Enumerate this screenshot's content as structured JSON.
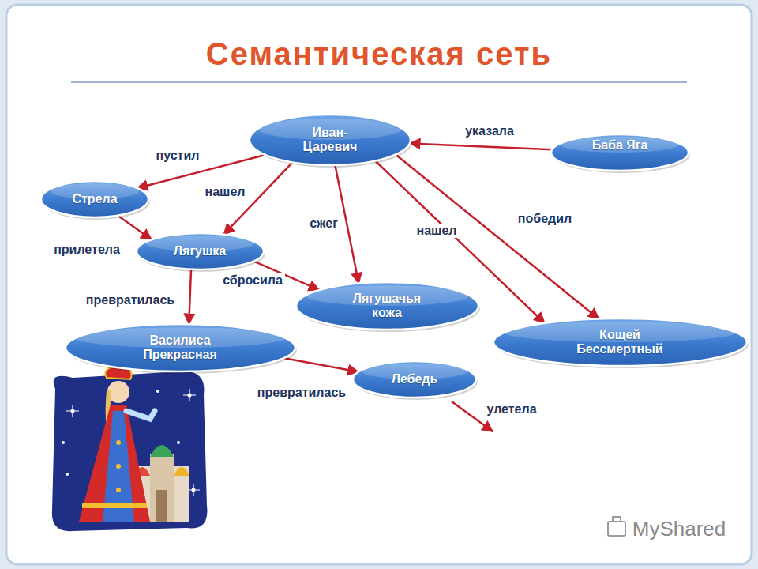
{
  "diagram": {
    "title": "Семантическая сеть",
    "nodes": [
      {
        "text": [
          "Иван- Царевич"
        ]
      },
      {
        "text": [
          "Баба Яга"
        ]
      },
      {
        "text": [
          "Стрела"
        ]
      },
      {
        "text": [
          "Лягушка"
        ]
      },
      {
        "text": [
          "Лягушачья кожа"
        ]
      },
      {
        "text": [
          "Василиса Прекрасная"
        ]
      },
      {
        "text": [
          "Кощей Бессмертный"
        ]
      },
      {
        "text": [
          "Лебедь"
        ]
      }
    ],
    "edges": [
      {
        "from": 0,
        "to": 2,
        "label": "пустил",
        "arrow": "to"
      },
      {
        "from": 1,
        "to": 0,
        "label": "указала",
        "arrow": "to"
      },
      {
        "from": 0,
        "to": 3,
        "label": "нашел",
        "arrow": "to"
      },
      {
        "from": 0,
        "to": 4,
        "label": "сжег",
        "arrow": "to"
      },
      {
        "from": 0,
        "to": 6,
        "label": "нашел",
        "arrow": "to"
      },
      {
        "from": 0,
        "to": 6,
        "label": "победил",
        "arrow": "to"
      },
      {
        "from": 2,
        "to": 3,
        "label": "прилетела",
        "arrow": "to"
      },
      {
        "from": 3,
        "to": 4,
        "label": "сбросила",
        "arrow": "to"
      },
      {
        "from": 3,
        "to": 5,
        "label": "превратилась",
        "arrow": "to"
      },
      {
        "from": 5,
        "to": 7,
        "label": "превратилась",
        "arrow": "to"
      }
    ],
    "labels": [
      "улетела",
      "MyShared"
    ]
  }
}
